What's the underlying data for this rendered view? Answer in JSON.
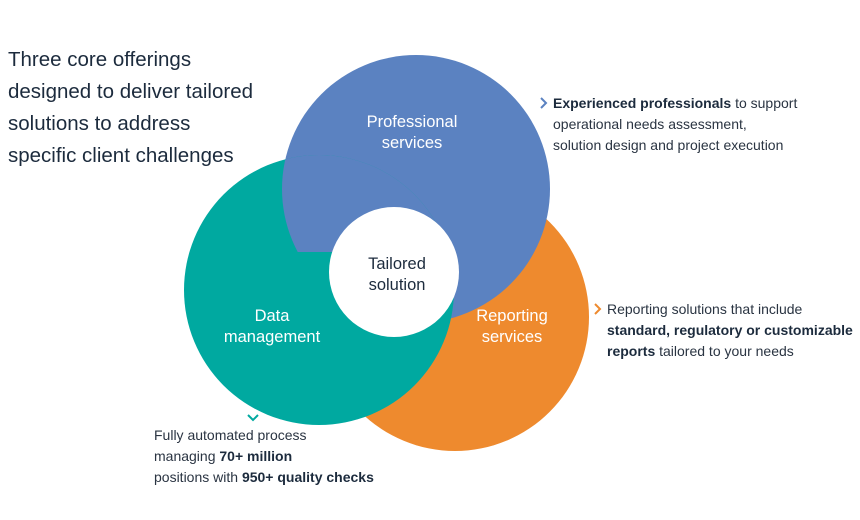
{
  "headline": {
    "lines": [
      "Three core offerings",
      "designed to deliver tailored",
      "solutions to address",
      "specific client challenges"
    ]
  },
  "circles": {
    "professional": {
      "label_line1": "Professional",
      "label_line2": "services",
      "color": "#5b82c1"
    },
    "data": {
      "label_line1": "Data",
      "label_line2": "management",
      "color": "#00a9a0"
    },
    "reporting": {
      "label_line1": "Reporting",
      "label_line2": "services",
      "color": "#ee8a2e"
    },
    "center": {
      "label_line1": "Tailored",
      "label_line2": "solution"
    }
  },
  "callouts": {
    "professional": {
      "bold1": "Experienced professionals",
      "text1": " to support",
      "line2": "operational needs assessment,",
      "line3": "solution design and project execution",
      "chevron_color": "#5b82c1",
      "icon": "chevron-right-icon"
    },
    "reporting": {
      "line1": "Reporting solutions that include",
      "bold2": "standard, regulatory or customizable",
      "bold3": "reports",
      "text3": " tailored to your needs",
      "chevron_color": "#ee8a2e",
      "icon": "chevron-right-icon"
    },
    "data": {
      "line1": "Fully automated process",
      "text2": "managing ",
      "bold2": "70+ million",
      "text3": "positions with ",
      "bold3": "950+ quality checks",
      "chevron_color": "#00a9a0",
      "icon": "chevron-down-icon"
    }
  }
}
